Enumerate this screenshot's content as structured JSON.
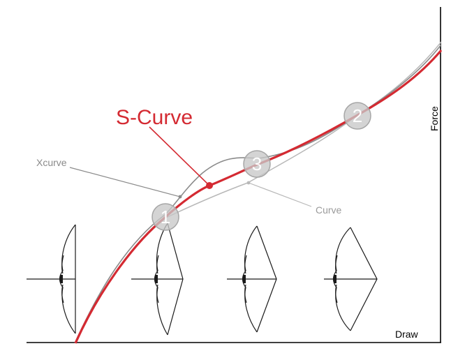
{
  "diagram": {
    "title": "S-Curve",
    "axis_x_label": "Draw",
    "axis_y_label": "Force",
    "curve_labels": {
      "xcurve": "Xcurve",
      "curve": "Curve"
    },
    "markers": [
      "1",
      "2",
      "3"
    ],
    "colors": {
      "s_curve": "#d42a32",
      "xcurve": "#8a8a8a",
      "curve": "#b8b8b8",
      "marker_fill": "#c8c8c8",
      "marker_stroke": "#a6a6a6",
      "axis": "#000000",
      "bow": "#1a1a1a"
    },
    "bow_icons": [
      "bow-brace",
      "bow-partial-draw",
      "bow-half-draw",
      "bow-full-draw"
    ]
  }
}
